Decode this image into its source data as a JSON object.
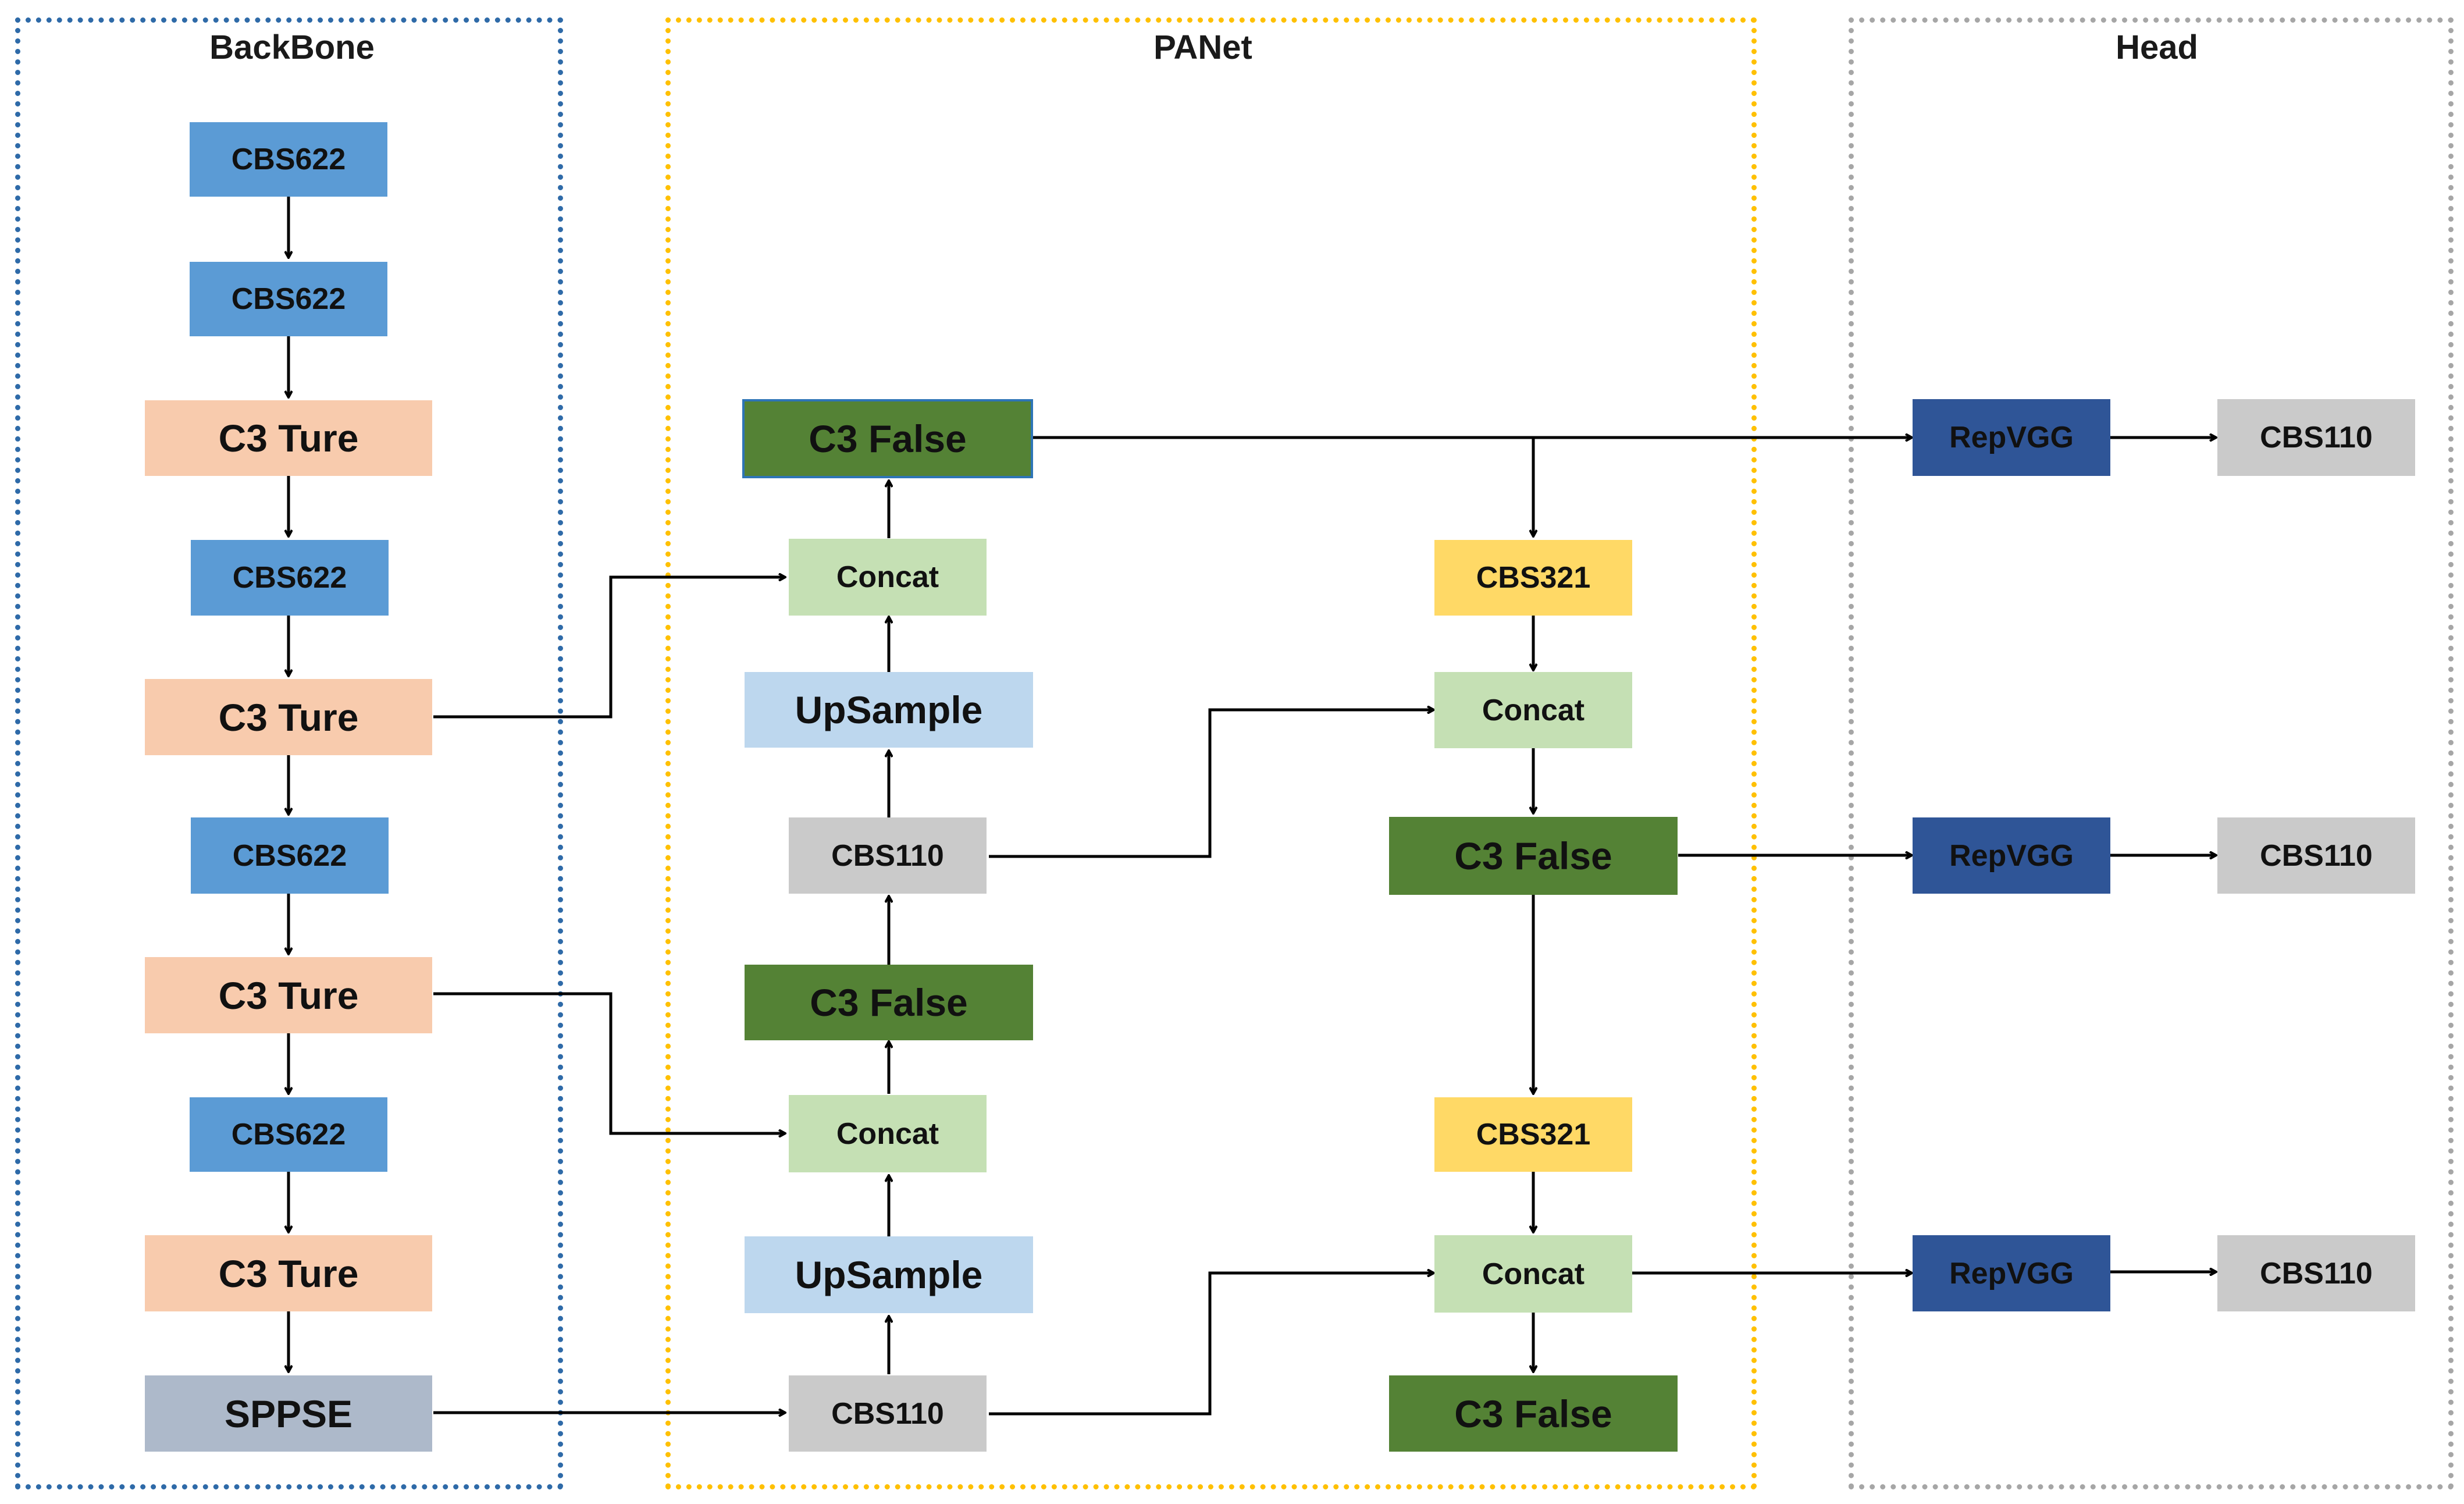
{
  "regions": {
    "backbone": {
      "title": "BackBone",
      "color": "#2e6aa8"
    },
    "panet": {
      "title": "PANet",
      "color": "#ffc000"
    },
    "head": {
      "title": "Head",
      "color": "#a6a6a6"
    }
  },
  "nodes": {
    "b1": "CBS622",
    "b2": "CBS622",
    "b3": "C3 Ture",
    "b4": "CBS622",
    "b5": "C3 Ture",
    "b6": "CBS622",
    "b7": "C3 Ture",
    "b8": "CBS622",
    "b9": "C3 Ture",
    "b10": "SPPSE",
    "p1": "C3 False",
    "p2": "Concat",
    "p3": "UpSample",
    "p4": "CBS110",
    "p5": "C3 False",
    "p6": "Concat",
    "p7": "UpSample",
    "p8": "CBS110",
    "q1": "CBS321",
    "q2": "Concat",
    "q3": "C3 False",
    "q4": "CBS321",
    "q5": "Concat",
    "q6": "C3 False",
    "h1": "RepVGG",
    "h2": "CBS110",
    "h3": "RepVGG",
    "h4": "CBS110",
    "h5": "RepVGG",
    "h6": "CBS110"
  },
  "colors": {
    "cbs622": "#5b9bd5",
    "c3_ture": "#f8cbad",
    "sppse": "#adb9ca",
    "c3_false": "#548235",
    "concat": "#c5e0b4",
    "upsample": "#bdd7ee",
    "cbs110": "#cacaca",
    "cbs321": "#ffd966",
    "repvgg": "#2f5597",
    "arrow": "#000000"
  }
}
